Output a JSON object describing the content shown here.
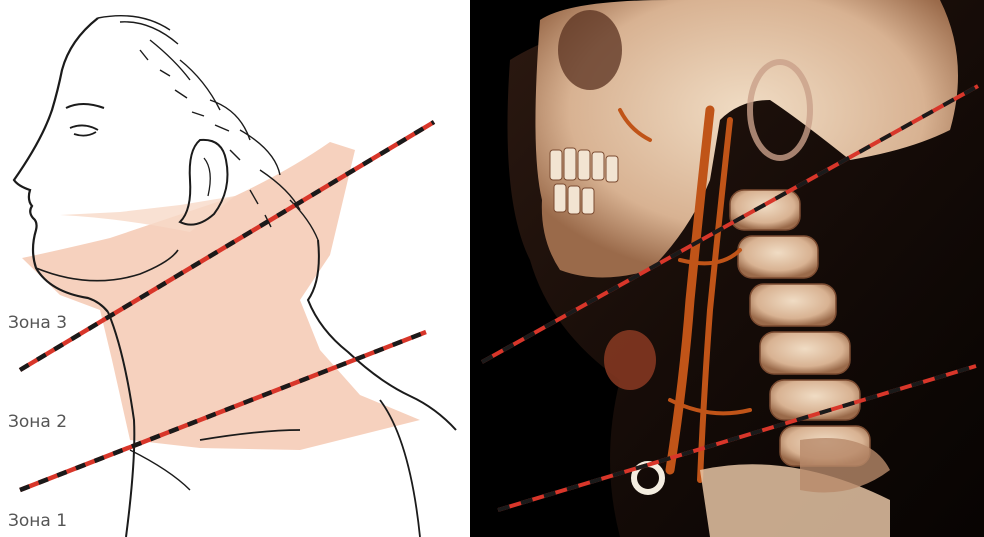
{
  "zones": [
    {
      "label": "Зона 3"
    },
    {
      "label": "Зона 2"
    },
    {
      "label": "Зона 1"
    }
  ],
  "colors": {
    "skin_shade": "#f4c9b3",
    "outline": "#1b1b1b",
    "dash_red": "#d8362a",
    "dash_black": "#1a1a1a",
    "bone": "#e2c5a8",
    "vessel": "#c05418",
    "ct_background": "#000000"
  },
  "panels": [
    {
      "name": "illustration",
      "depicts": "line-drawing"
    },
    {
      "name": "ct-render",
      "depicts": "volume-render"
    }
  ]
}
